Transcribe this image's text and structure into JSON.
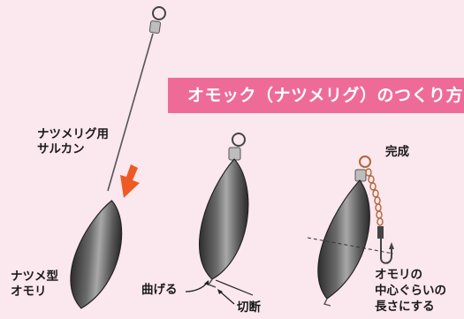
{
  "banner": {
    "title": "オモック（ナツメリグ）のつくり方"
  },
  "labels": {
    "swivel_line1": "ナツメリグ用",
    "swivel_line2": "サルカン",
    "sinker_line1": "ナツメ型",
    "sinker_line2": "オモリ",
    "bend": "曲げる",
    "cut": "切断",
    "done": "完成",
    "length_line1": "オモリの",
    "length_line2": "中心ぐらいの",
    "length_line3": "長さにする"
  },
  "colors": {
    "background": "#fbe7ee",
    "banner": "#ee6b98",
    "arrow": "#ee5a24",
    "sinker_dark": "#3a3a3a",
    "sinker_light": "#9a9a9a",
    "chain": "#b5653a"
  }
}
